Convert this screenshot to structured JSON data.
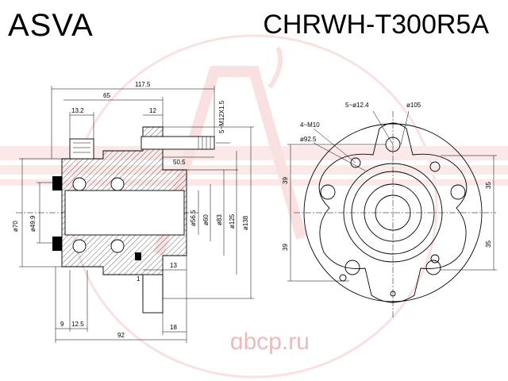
{
  "header": {
    "brand": "ASVA",
    "part_number": "CHRWH-T300R5A"
  },
  "watermark": {
    "text": "ɑbcp.ru",
    "color": "#f0b8b8"
  },
  "colors": {
    "line": "#000000",
    "watermark_logo": "#f6c9c9",
    "background": "#ffffff"
  },
  "side_view_dims": {
    "d117_5": "117.5",
    "d65": "65",
    "d13_2": "13.2",
    "d12": "12",
    "d_m12": "5~M12X1.5",
    "d50_5": "50.5",
    "d70": "ø70",
    "d49_9": "ø49.9",
    "d56_5": "ø56.5",
    "d60": "ø60",
    "d83": "ø83",
    "d125": "ø125",
    "d138": "ø138",
    "d13": "13",
    "d1": "1",
    "d9": "9",
    "d12_5": "12.5",
    "d92": "92",
    "d18": "18"
  },
  "front_view_dims": {
    "d_4m10": "4~M10",
    "d_5_12_4": "5~ø12.4",
    "d105": "ø105",
    "d92_5": "ø92.5",
    "d39_top": "39",
    "d39_bottom": "39",
    "d35_top": "35",
    "d35_bottom": "35"
  }
}
